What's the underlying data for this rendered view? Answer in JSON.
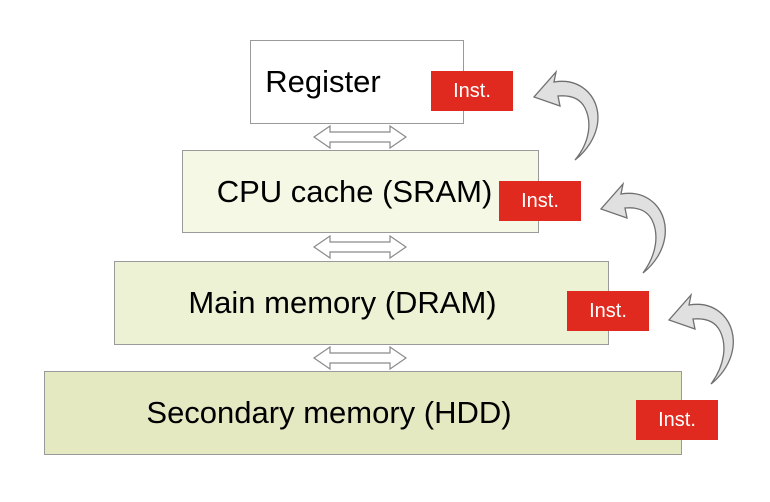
{
  "levels": [
    {
      "label": "Register"
    },
    {
      "label": "CPU cache (SRAM)"
    },
    {
      "label": "Main memory (DRAM)"
    },
    {
      "label": "Secondary memory (HDD)"
    }
  ],
  "badge_label": "Inst.",
  "colors": {
    "level_fills": [
      "#ffffff",
      "#f5f8e4",
      "#eef2d5",
      "#e4e9c2"
    ],
    "badge_fill": "#e02a1f",
    "arrow_fill": "#e0e0e0",
    "arrow_stroke": "#707070"
  }
}
